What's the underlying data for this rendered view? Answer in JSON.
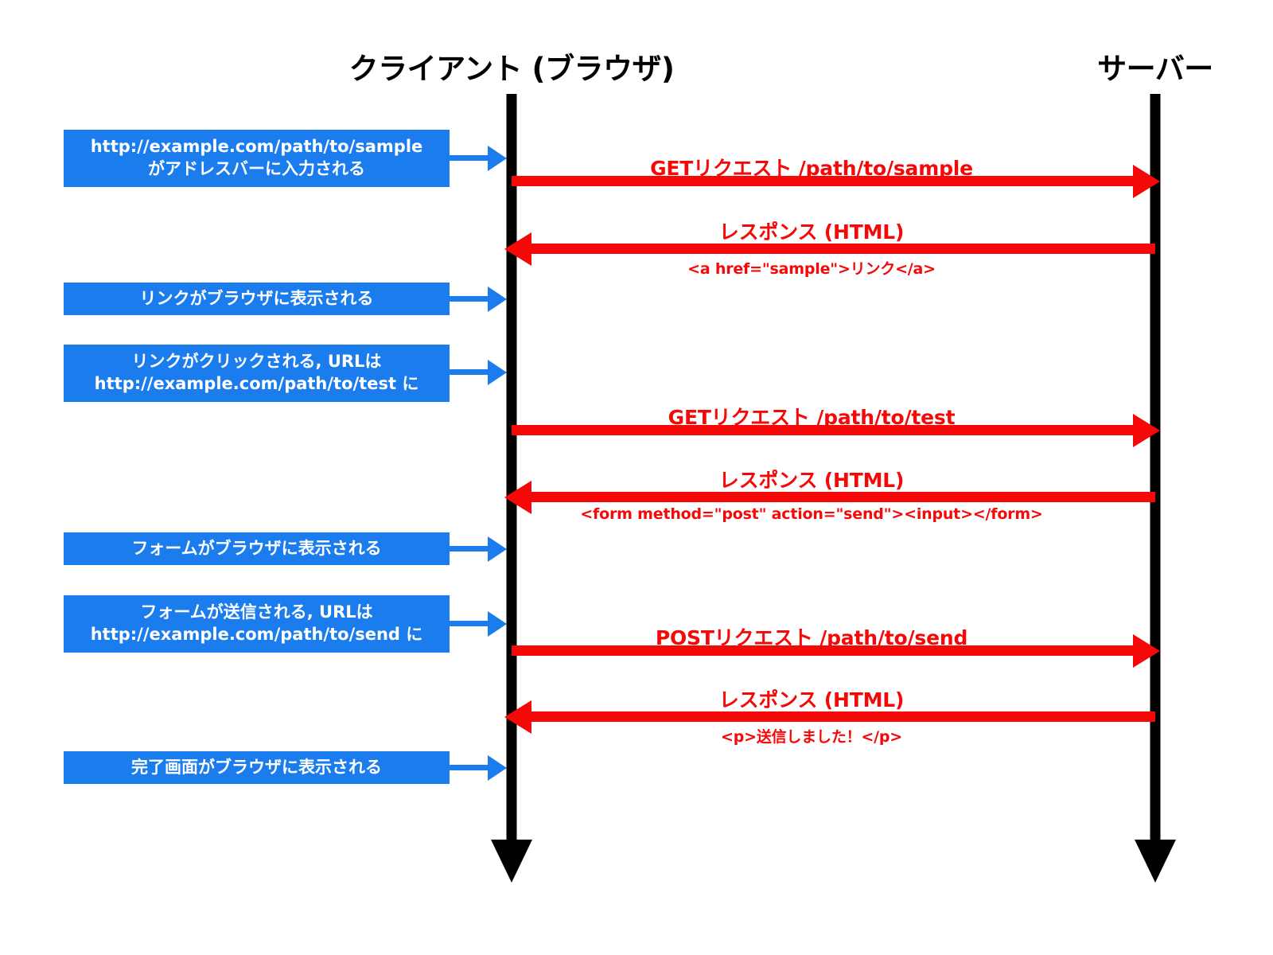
{
  "diagram": {
    "title_client": "クライアント (ブラウザ)",
    "title_server": "サーバー",
    "colors": {
      "lifeline": "#000000",
      "note_fill": "#1b7ced",
      "note_text": "#ffffff",
      "message": "#f50808",
      "background": "#ffffff"
    }
  },
  "notes": [
    {
      "line1": "http://example.com/path/to/sample",
      "line2": "がアドレスバーに入力される"
    },
    {
      "line1": "リンクがブラウザに表示される",
      "line2": ""
    },
    {
      "line1": "リンクがクリックされる, URLは",
      "line2": "http://example.com/path/to/test に"
    },
    {
      "line1": "フォームがブラウザに表示される",
      "line2": ""
    },
    {
      "line1": "フォームが送信される, URLは",
      "line2": "http://example.com/path/to/send に"
    },
    {
      "line1": "完了画面がブラウザに表示される",
      "line2": ""
    }
  ],
  "messages": [
    {
      "label": "GETリクエスト /path/to/sample",
      "sublabel": "",
      "direction": "request"
    },
    {
      "label": "レスポンス (HTML)",
      "sublabel": "<a href=\"sample\">リンク</a>",
      "direction": "response"
    },
    {
      "label": "GETリクエスト /path/to/test",
      "sublabel": "",
      "direction": "request"
    },
    {
      "label": "レスポンス (HTML)",
      "sublabel": "<form method=\"post\" action=\"send\"><input></form>",
      "direction": "response"
    },
    {
      "label": "POSTリクエスト /path/to/send",
      "sublabel": "",
      "direction": "request"
    },
    {
      "label": "レスポンス (HTML)",
      "sublabel": "<p>送信しました！</p>",
      "direction": "response"
    }
  ]
}
